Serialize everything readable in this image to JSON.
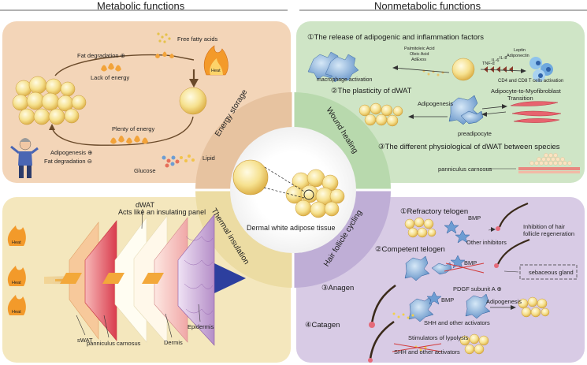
{
  "headers": {
    "left": "Metabolic functions",
    "right": "Nonmetabolic functions"
  },
  "center": {
    "label": "Dermal white adipose tissue",
    "sectors": {
      "energy_storage": "Energy storage",
      "wound_healing": "Wound healing",
      "thermal_insulation": "Thermal insulation",
      "hair_follicle_cycling": "Hair follicle cycling"
    }
  },
  "energy_panel": {
    "fat_degradation_top": "Fat degradation ⊕",
    "free_fatty_acids": "Free fatty acids",
    "lack_of_energy": "Lack of energy",
    "plenty_of_energy": "Plenty of energy",
    "adipogenesis": "Adipogenesis ⊕",
    "fat_degradation_bottom": "Fat degradation ⊖",
    "glucose": "Glucose",
    "lipid": "Lipid",
    "heat": "Heat"
  },
  "wound_panel": {
    "title1": "①The release of adipogenic and inflammation factors",
    "factors": [
      "Palmitoleic Acid",
      "Oleic Acid",
      "AdExos"
    ],
    "leptin": "Leptin",
    "adiponectin": "Adiponectin",
    "tnf": "TNF-α",
    "il6": "IL-6",
    "il8": "IL-8",
    "macrophage": "macrophage activation",
    "cd48": "CD4 and CD8 T cells activation",
    "title2": "②The plasticity of dWAT",
    "adipogenesis": "Adipogenesis",
    "amt": "Adipocyte-to-Myofibroblast",
    "transition": "Transition",
    "preadipocyte": "preadipocyte",
    "title3": "③The different physiological of  dWAT between species",
    "panniculus": "panniculus carnosus"
  },
  "thermal_panel": {
    "dwat": "dWAT",
    "insulating": "Acts like an insulating panel",
    "swat": "sWAT",
    "panniculus": "panniculus carnosus",
    "dermis": "Dermis",
    "epidermis": "Epidermis",
    "heat": "Heat"
  },
  "hair_panel": {
    "refractory": "①Refractory telogen",
    "bmp": "BMP",
    "other_inhibitors": "Other inhibitors",
    "inhibition1": "Inhibition of hair",
    "inhibition2": "follicle regeneration",
    "competent": "②Competent telogen",
    "sebaceous": "sebaceous gland",
    "pdgf": "PDGF subunit A ⊕",
    "anagen": "③Anagen",
    "shh": "SHH and other activators",
    "adipogenesis": "Adipogenesis",
    "catagen": "④Catagen",
    "lipolysis": "Stimulators of lypolysis",
    "shh2": "SHH and other activators"
  },
  "colors": {
    "energy_bg": "#f3d5b8",
    "wound_bg": "#cfe5c6",
    "thermal_bg": "#f4e7bd",
    "hair_bg": "#d8cbe5",
    "fat": "#f5e08a",
    "flame": "#f2a33a",
    "cell_blue": "#6d9dd3",
    "arrow": "#6a4a2a"
  }
}
